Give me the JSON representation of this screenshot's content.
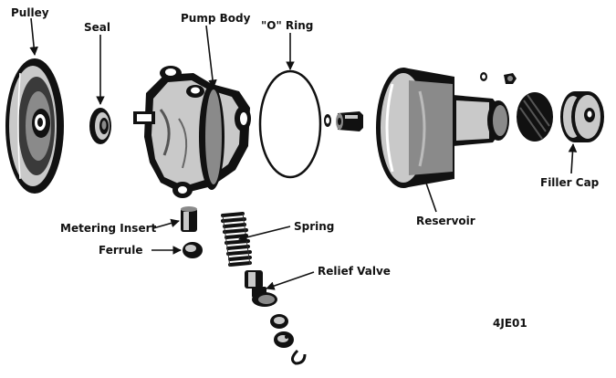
{
  "diagram": {
    "labels": {
      "pulley": "Pulley",
      "seal": "Seal",
      "pump_body": "Pump Body",
      "o_ring": "\"O\" Ring",
      "metering_insert": "Metering Insert",
      "ferrule": "Ferrule",
      "spring": "Spring",
      "relief_valve": "Relief Valve",
      "reservoir": "Reservoir",
      "filler_cap": "Filler Cap"
    },
    "figure_code": "4JE01"
  },
  "colors": {
    "ink": "#111111",
    "paper": "#ffffff"
  }
}
